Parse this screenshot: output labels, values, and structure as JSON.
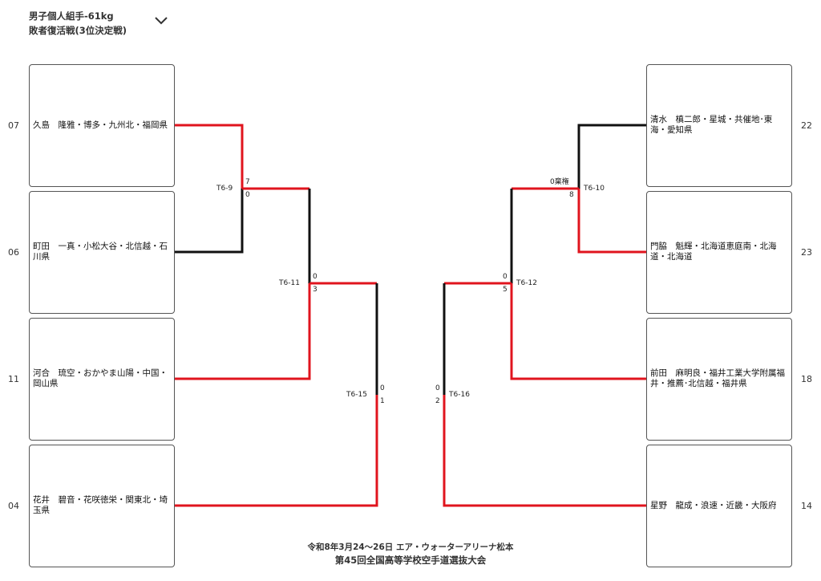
{
  "header": {
    "category": "男子個人組手-61kg",
    "round": "敗者復活戦(3位決定戦)",
    "dropdown_icon": "chevron-down-icon"
  },
  "colors": {
    "winner_line": "#e0141e",
    "loser_line": "#111111",
    "box_border": "#555555"
  },
  "left_entries": [
    {
      "seed": "07",
      "name": "久島　隆雅・博多・九州北・福岡県"
    },
    {
      "seed": "06",
      "name": "町田　一真・小松大谷・北信越・石川県"
    },
    {
      "seed": "11",
      "name": "河合　琉空・おかやま山陽・中国・岡山県"
    },
    {
      "seed": "04",
      "name": "花井　碧音・花咲徳栄・関東北・埼玉県"
    }
  ],
  "right_entries": [
    {
      "seed": "22",
      "name": "清水　槙二郎・星城・共催地･東海・愛知県"
    },
    {
      "seed": "23",
      "name": "門脇　魁輝・北海道恵庭南・北海道・北海道"
    },
    {
      "seed": "18",
      "name": "前田　麻明良・福井工業大学附属福井・推薦･北信越・福井県"
    },
    {
      "seed": "14",
      "name": "星野　龍成・浪速・近畿・大阪府"
    }
  ],
  "matches": [
    {
      "id": "T6-9",
      "score_top": "7",
      "score_bottom": "0"
    },
    {
      "id": "T6-11",
      "score_top": "0",
      "score_bottom": "3"
    },
    {
      "id": "T6-15",
      "score_top": "0",
      "score_bottom": "1"
    },
    {
      "id": "T6-10",
      "score_top": "0棄権",
      "score_bottom": "8"
    },
    {
      "id": "T6-12",
      "score_top": "0",
      "score_bottom": "5"
    },
    {
      "id": "T6-16",
      "score_top": "0",
      "score_bottom": "2"
    }
  ],
  "footer": {
    "date_venue": "令和8年3月24～26日  エア・ウォーターアリーナ松本",
    "tournament": "第45回全国高等学校空手道選抜大会"
  }
}
